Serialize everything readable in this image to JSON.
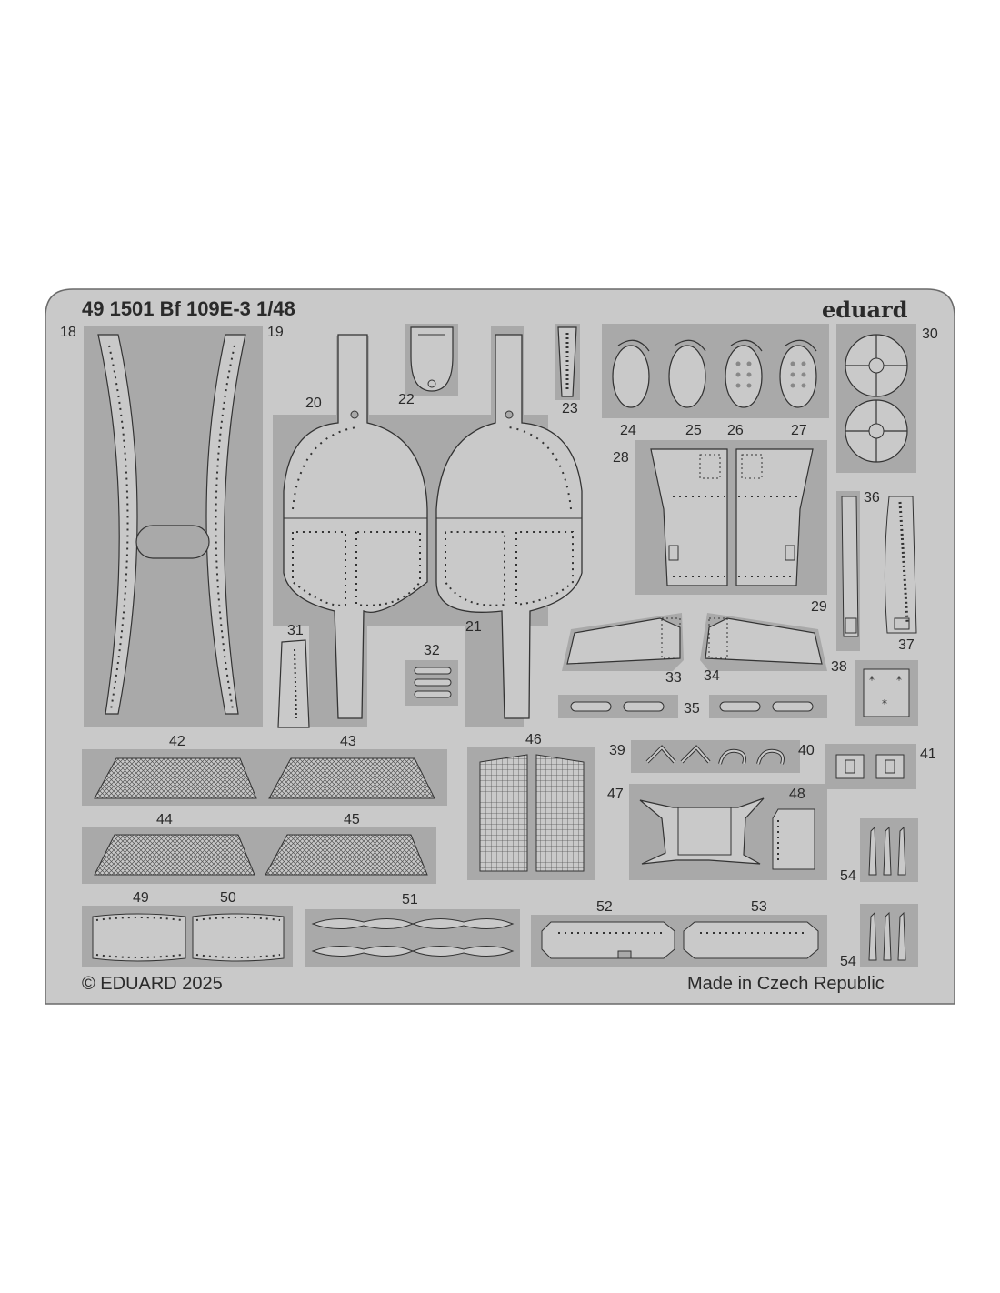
{
  "sheet": {
    "title": "49 1501 Bf 109E-3 1/48",
    "brand": "eduard",
    "copyright": "© EDUARD 2025",
    "origin": "Made in Czech Republic"
  },
  "part_numbers": {
    "p18": "18",
    "p19": "19",
    "p20": "20",
    "p21": "21",
    "p22": "22",
    "p23": "23",
    "p24": "24",
    "p25": "25",
    "p26": "26",
    "p27": "27",
    "p28": "28",
    "p29": "29",
    "p30": "30",
    "p31": "31",
    "p32": "32",
    "p33": "33",
    "p34": "34",
    "p35": "35",
    "p36": "36",
    "p37": "37",
    "p38": "38",
    "p39": "39",
    "p40": "40",
    "p41": "41",
    "p42": "42",
    "p43": "43",
    "p44": "44",
    "p45": "45",
    "p46": "46",
    "p47": "47",
    "p48": "48",
    "p49": "49",
    "p50": "50",
    "p51": "51",
    "p52": "52",
    "p53": "53",
    "p54a": "54",
    "p54b": "54"
  },
  "colors": {
    "fret": "#c9c9c9",
    "frame": "#a9a9a9",
    "part": "#c9c9c9",
    "outline": "#3a3a3a"
  }
}
